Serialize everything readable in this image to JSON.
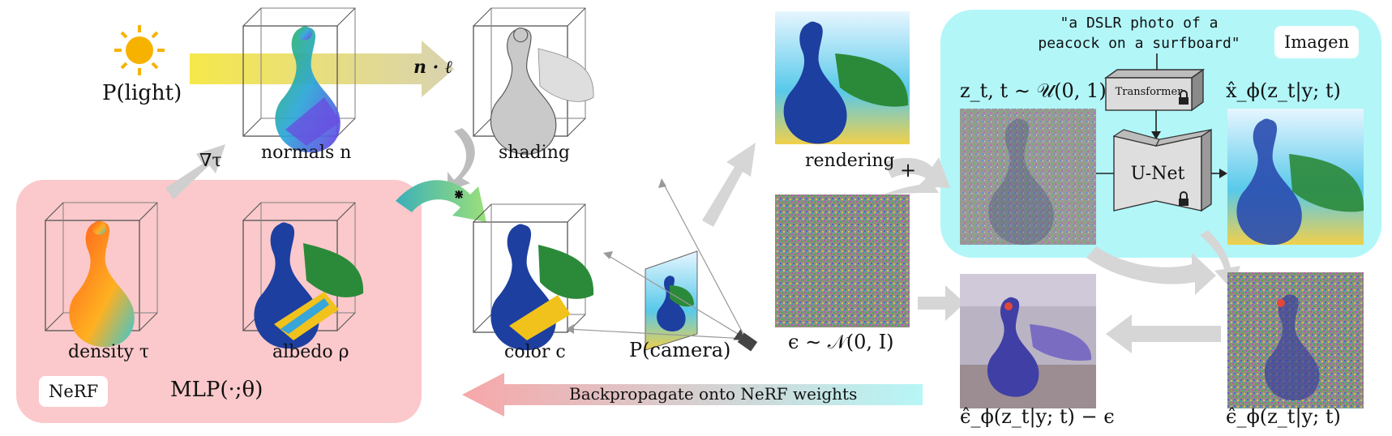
{
  "labels": {
    "light": "P(light)",
    "normals": "normals n",
    "dot": "n · ℓ",
    "shading": "shading",
    "grad": "∇τ",
    "density": "density τ",
    "albedo": "albedo ρ",
    "nerf_badge": "NeRF",
    "mlp": "MLP(·;θ)",
    "color": "color c",
    "camera": "P(camera)",
    "rendering": "rendering",
    "plus": "+",
    "noise": "ϵ ∼ 𝒩(0, I)",
    "zt": "z_t, t ∼ 𝒰(0, 1)",
    "prompt_line1": "\"a DSLR photo of a",
    "prompt_line2": "peacock on a surfboard\"",
    "imagen_badge": "Imagen",
    "transformer": "Transformer",
    "unet": "U-Net",
    "xhat": "x̂_ϕ(z_t|y; t)",
    "eps_hat": "ϵ̂_ϕ(z_t|y; t)",
    "eps_diff": "ϵ̂_ϕ(z_t|y; t) − ϵ",
    "backprop": "Backpropagate onto NeRF weights"
  },
  "colors": {
    "nerf_region": "#fbc9cb",
    "imagen_region": "#b2f6f8",
    "arrow_gray": "#d6d6d6",
    "sun": "#f7b200",
    "peacock_blue": "#1d3fa0",
    "peacock_green": "#2b8a3a"
  },
  "icons": [
    "sun-icon",
    "lock-icon",
    "camera-icon"
  ]
}
